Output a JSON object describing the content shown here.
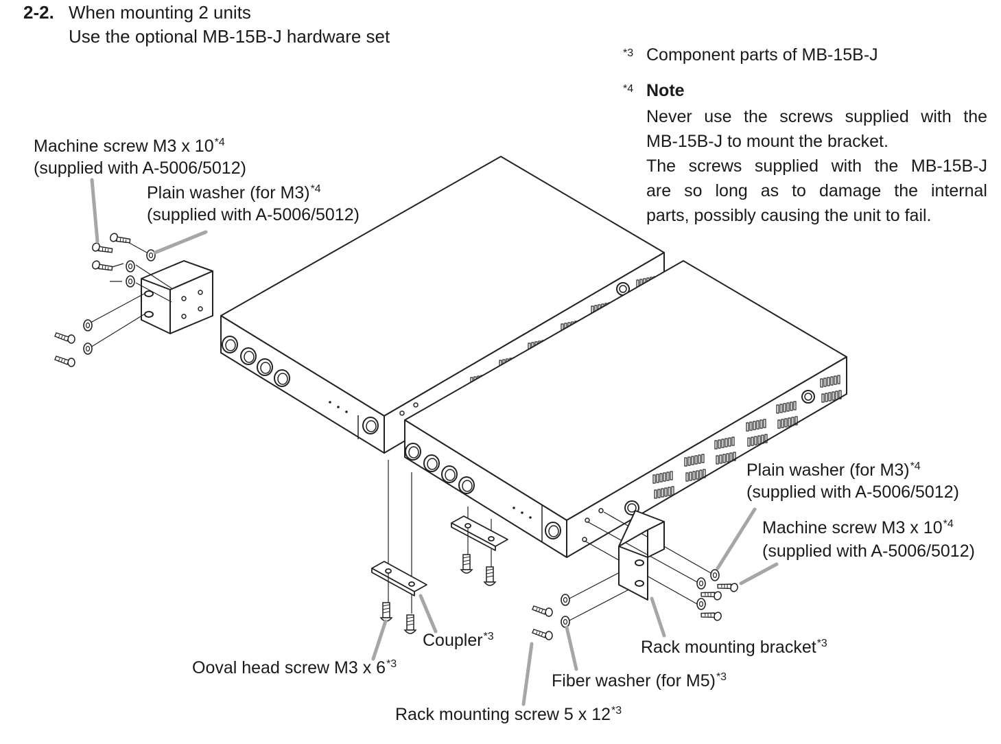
{
  "header": {
    "section_number": "2-2.",
    "title": "When mounting 2 units",
    "subtitle": "Use the optional MB-15B-J hardware set"
  },
  "footnotes": {
    "fn3": {
      "mark": "*3",
      "text": "Component parts of MB-15B-J"
    },
    "fn4": {
      "mark": "*4",
      "heading": "Note",
      "lines": [
        "Never use the screws supplied with the",
        "MB-15B-J to mount the bracket.",
        "The screws supplied with the MB-15B-J",
        "are so long as to damage the internal",
        "parts, possibly causing the unit to fail."
      ]
    }
  },
  "labels": {
    "machine_screw_left": {
      "text": "Machine screw M3 x 10",
      "mark": "*4",
      "sub": "(supplied with A-5006/5012)"
    },
    "plain_washer_left": {
      "text": "Plain washer (for M3)",
      "mark": "*4",
      "sub": "(supplied with A-5006/5012)"
    },
    "plain_washer_right": {
      "text": "Plain washer (for M3)",
      "mark": "*4",
      "sub": "(supplied with A-5006/5012)"
    },
    "machine_screw_right": {
      "text": "Machine screw M3 x 10",
      "mark": "*4",
      "sub": "(supplied with A-5006/5012)"
    },
    "coupler": {
      "text": "Coupler",
      "mark": "*3"
    },
    "oval_head_screw": {
      "text": "Ooval head screw M3 x 6",
      "mark": "*3"
    },
    "rack_bracket": {
      "text": "Rack mounting bracket",
      "mark": "*3"
    },
    "fiber_washer": {
      "text": "Fiber washer (for M5)",
      "mark": "*3"
    },
    "rack_screw": {
      "text": "Rack mounting screw 5 x 12",
      "mark": "*3"
    }
  }
}
